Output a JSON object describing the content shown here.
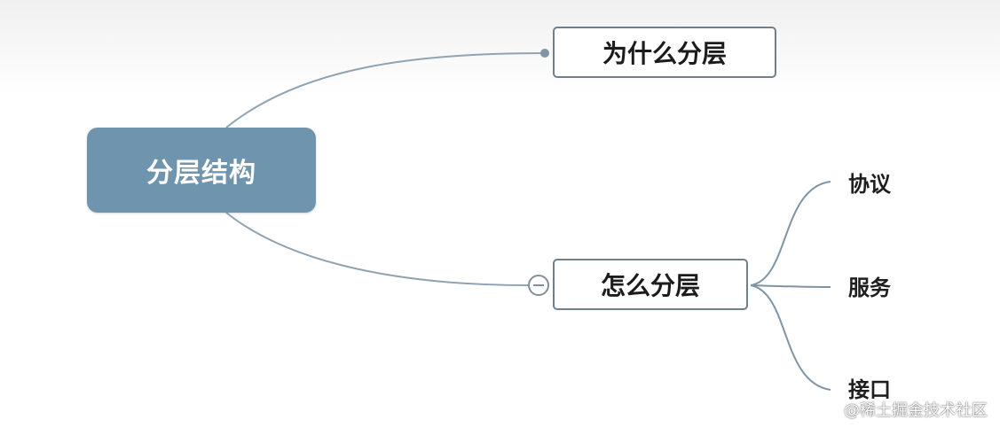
{
  "mind_map": {
    "central_topic": "分层结构",
    "branches": [
      {
        "label": "为什么分层",
        "collapsed": false,
        "children": []
      },
      {
        "label": "怎么分层",
        "collapsed": false,
        "children": [
          {
            "label": "协议"
          },
          {
            "label": "服务"
          },
          {
            "label": "接口"
          }
        ]
      }
    ]
  },
  "watermark": {
    "text": "@稀土掘金技术社区"
  },
  "colors": {
    "central_topic_fill": "#6f94ad",
    "connector_stroke": "#7f95a5",
    "topic_border": "#6e7f8d"
  },
  "icons": {
    "collapse": "minus-circle-icon",
    "connection_point": "dot-icon"
  }
}
